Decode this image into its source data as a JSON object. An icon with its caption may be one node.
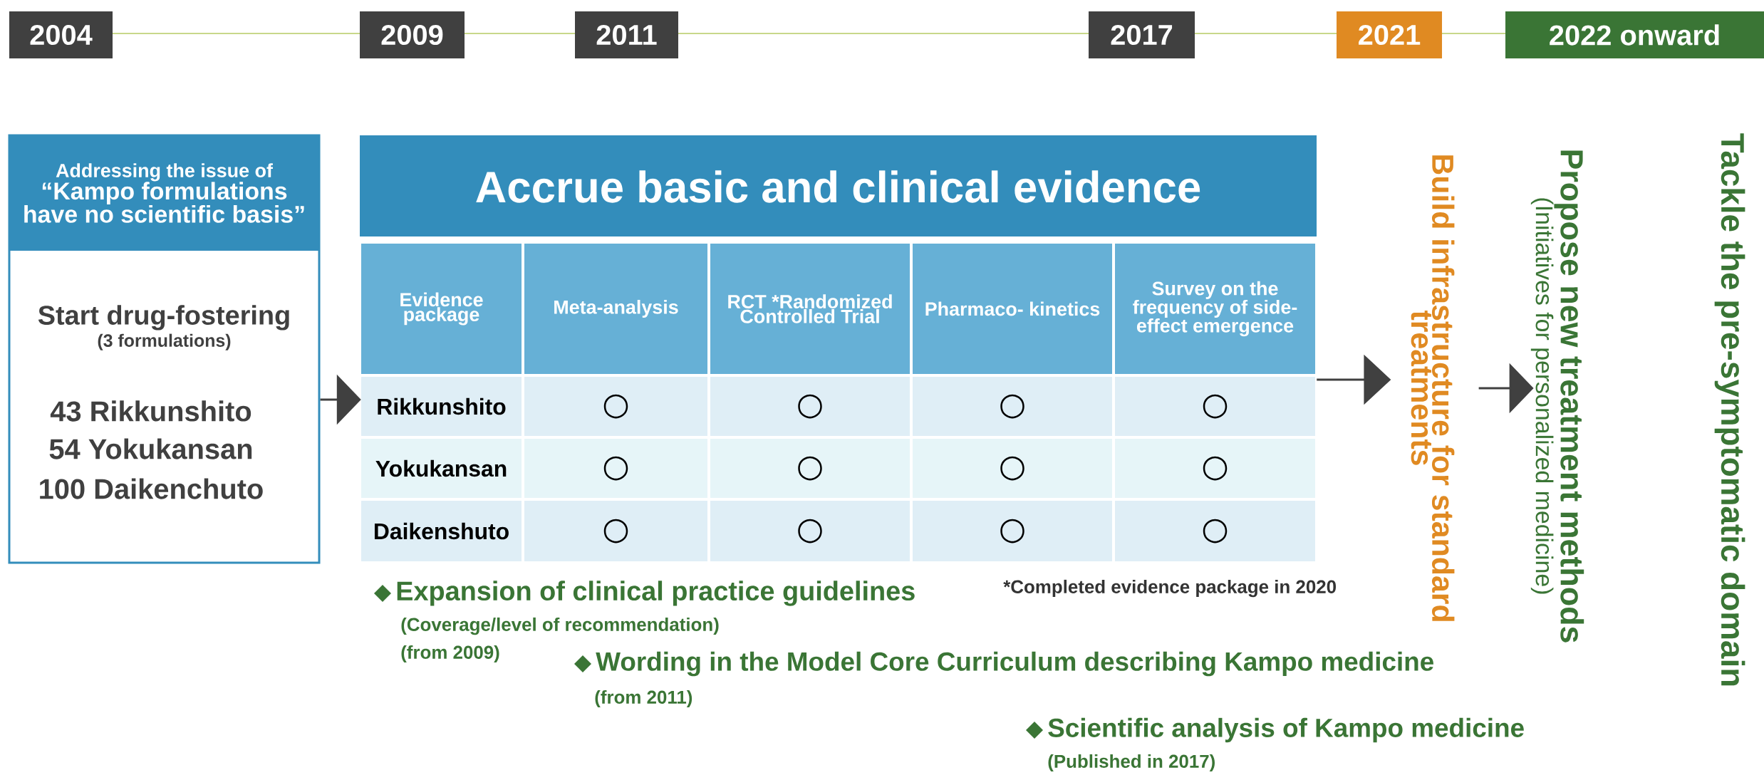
{
  "diagram": {
    "nodes": [
      {
        "text": [
          "2004"
        ]
      },
      {
        "text": [
          "2009"
        ]
      },
      {
        "text": [
          "2011"
        ]
      },
      {
        "text": [
          "2017"
        ]
      },
      {
        "text": [
          "2021"
        ]
      },
      {
        "text": [
          "2022 onward"
        ]
      },
      {
        "text": [
          "Addressing the issue of",
          "“Kampo formulations have no scientific basis”",
          "Start drug-fostering",
          "(3 formulations)",
          "43 Rikkunshito",
          "54 Yokukansan",
          "100 Daikenchuto"
        ]
      },
      {
        "text": [
          "Accrue basic and clinical evidence"
        ]
      },
      {
        "text": [
          "Build infrastructure for standard treatments"
        ]
      },
      {
        "text": [
          "Propose new treatment methods",
          "(Initiatives for personalized medicine)"
        ]
      }
    ],
    "edges": [
      {
        "from": 6,
        "to": 7,
        "arrow": "to"
      },
      {
        "from": 7,
        "to": 8,
        "arrow": "to"
      },
      {
        "from": 8,
        "to": 9,
        "arrow": "to"
      }
    ],
    "labels": [
      "Evidence package",
      "Meta-analysis",
      "RCT *Randomized Controlled Trial",
      "Pharmaco- kinetics",
      "Survey on the frequency of side-effect emergence",
      "Rikkunshito",
      "○",
      "○",
      "○",
      "○",
      "Yokukansan",
      "○",
      "○",
      "○",
      "○",
      "Daikenshuto",
      "○",
      "○",
      "○",
      "○",
      "Tackle the pre-symptomatic domain",
      "Expansion of clinical practice guidelines",
      "(Coverage/level of recommendation)",
      "(from 2009)",
      "*Completed evidence package in 2020",
      "Wording in the Model Core Curriculum describing Kampo medicine",
      "(from 2011)",
      "Scientific analysis of Kampo medicine",
      "(Published in 2017)"
    ]
  }
}
